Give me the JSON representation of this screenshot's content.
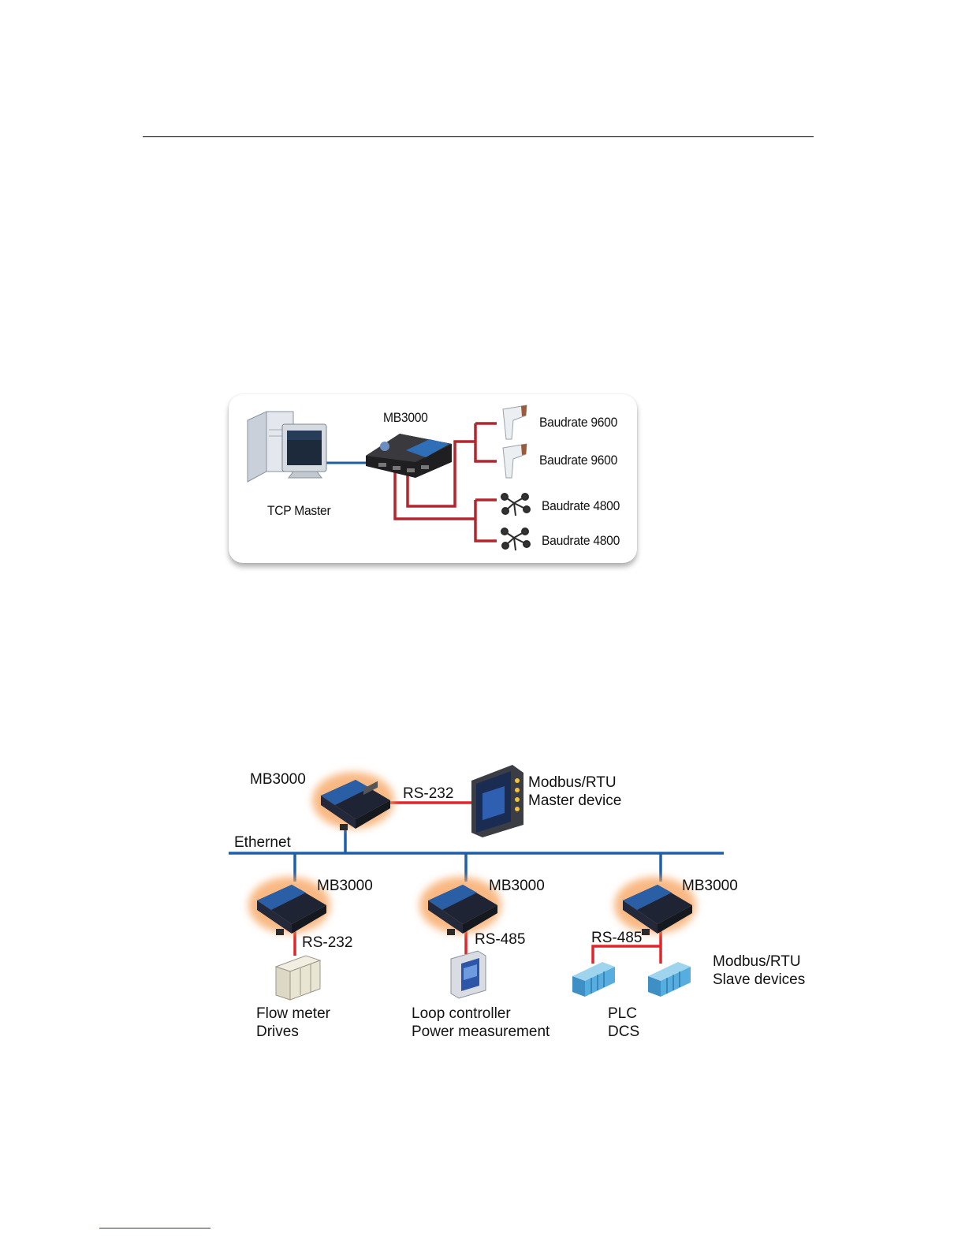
{
  "diagram1": {
    "device_label": "MB3000",
    "master_label": "TCP Master",
    "slaves": [
      {
        "label": "Baudrate 9600",
        "icon": "barcode-scanner-icon"
      },
      {
        "label": "Baudrate 9600",
        "icon": "barcode-scanner-icon"
      },
      {
        "label": "Baudrate 4800",
        "icon": "anemometer-icon"
      },
      {
        "label": "Baudrate 4800",
        "icon": "anemometer-icon"
      }
    ],
    "colors": {
      "ethernet": "#1f5fa8",
      "serial": "#b3262e"
    }
  },
  "diagram2": {
    "network_label": "Ethernet",
    "top_gateway": {
      "label": "MB3000",
      "link_label": "RS-232",
      "device_label_line1": "Modbus/RTU",
      "device_label_line2": "Master device"
    },
    "gateways": [
      {
        "label": "MB3000",
        "link_label": "RS-232",
        "device_line1": "Flow meter",
        "device_line2": "Drives"
      },
      {
        "label": "MB3000",
        "link_label": "RS-485",
        "device_line1": "Loop controller",
        "device_line2": "Power measurement"
      },
      {
        "label": "MB3000",
        "link_label": "RS-485",
        "device_line1": "PLC",
        "device_line2": "DCS"
      }
    ],
    "slave_group_line1": "Modbus/RTU",
    "slave_group_line2": "Slave devices",
    "colors": {
      "ethernet": "#1f5fa8",
      "serial": "#e0262b",
      "gateway_glow": "#f7a15a"
    }
  }
}
